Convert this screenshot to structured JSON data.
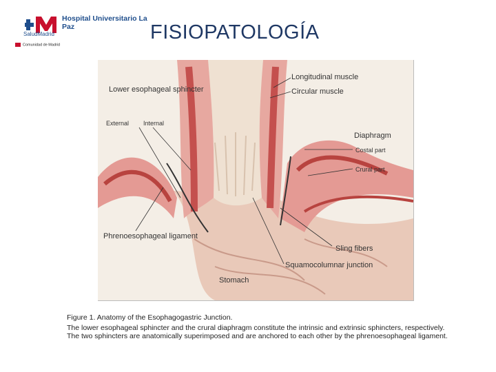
{
  "header": {
    "logo_text": "Hospital Universitario La Paz",
    "logo_subtext": "SaludMadrid",
    "logo_authority": "Comunidad de Madrid",
    "title": "FISIOPATOLOGÍA"
  },
  "figure": {
    "labels": {
      "lower_esophageal_sphincter": "Lower esophageal sphincter",
      "external": "External",
      "internal": "Internal",
      "longitudinal_muscle": "Longitudinal muscle",
      "circular_muscle": "Circular muscle",
      "diaphragm": "Diaphragm",
      "costal_part": "Costal part",
      "crural_part": "Crural part",
      "phrenoesophageal_ligament": "Phrenoesophageal ligament",
      "sling_fibers": "Sling fibers",
      "squamocolumnar_junction": "Squamocolumnar junction",
      "stomach": "Stomach"
    }
  },
  "caption": {
    "heading": "Figure 1. Anatomy of the Esophagogastric Junction.",
    "body": "The lower esophageal sphincter and the crural diaphragm constitute the intrinsic and extrinsic sphincters, respectively. The two sphincters are anatomically superimposed and are anchored to each other by the phrenoesophageal ligament."
  }
}
